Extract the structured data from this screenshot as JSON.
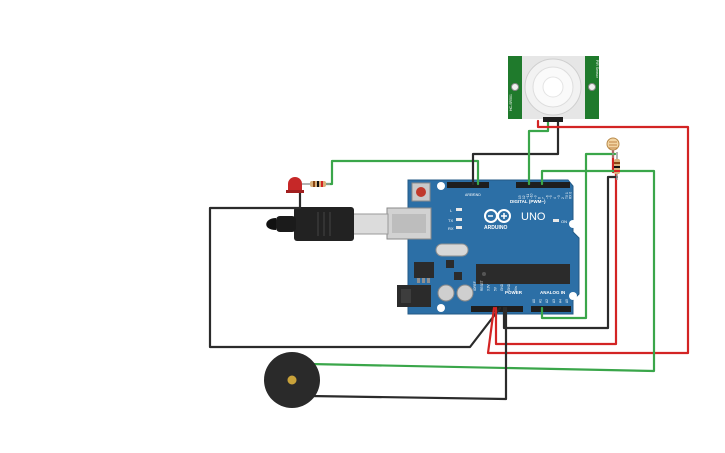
{
  "board": {
    "brand_label": "ARDUINO",
    "model_label": "UNO",
    "digital_header_label": "DIGITAL (PWM~)",
    "power_header_label": "POWER",
    "analog_header_label": "ANALOG IN",
    "tx_label": "TX",
    "rx_label": "RX",
    "l_label": "L",
    "on_label": "ON",
    "aref_label": "AREF",
    "gnd_label": "GND",
    "digital_pins": [
      "13",
      "12",
      "~11",
      "~10",
      "~9",
      "8",
      "7",
      "~6",
      "~5",
      "4",
      "~3",
      "2",
      "TX 1",
      "RX 0"
    ],
    "power_pins": [
      "IOREF",
      "RESET",
      "3.3V",
      "5V",
      "GND",
      "GND",
      "Vin"
    ],
    "analog_pins": [
      "A0",
      "A1",
      "A2",
      "A3",
      "A4",
      "A5"
    ]
  },
  "pir_sensor": {
    "left_text": "HC-SR501",
    "right_text": "PIR Sensor"
  },
  "colors": {
    "board_blue": "#2c6fa6",
    "wire_black": "#2b2b2b",
    "wire_red": "#d32424",
    "wire_green": "#3aa64a",
    "pcb_green": "#1f7a2c"
  }
}
